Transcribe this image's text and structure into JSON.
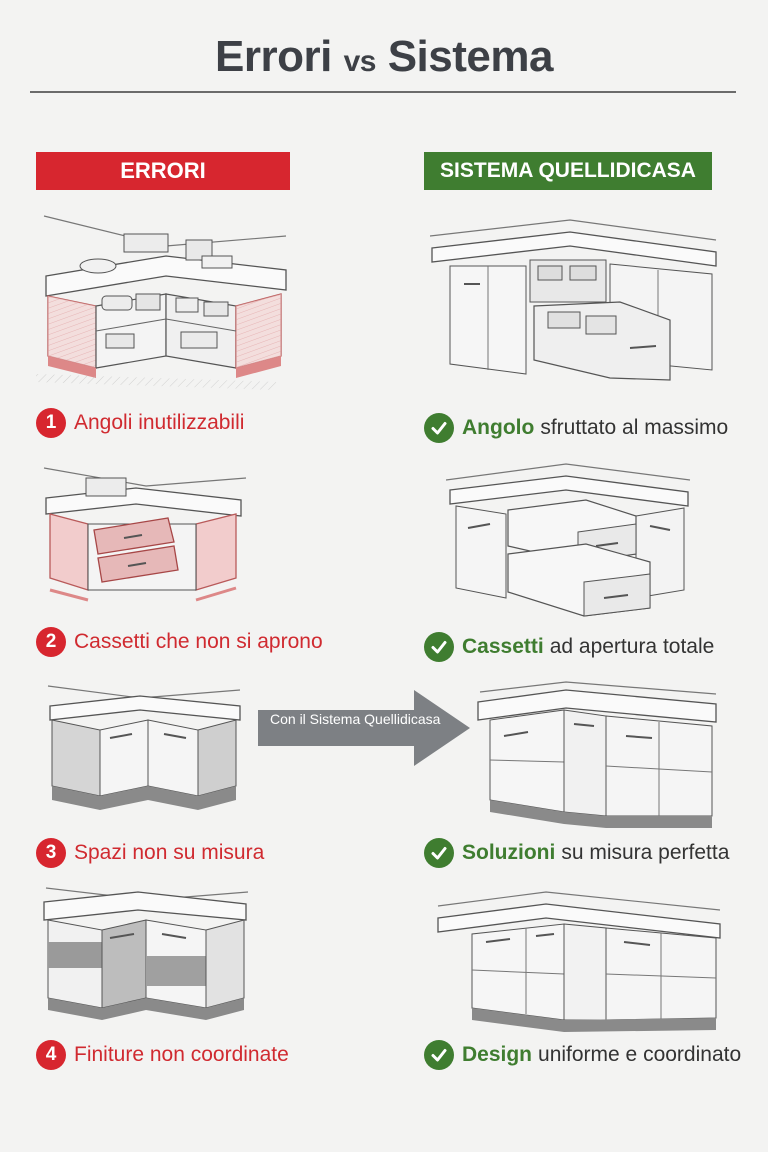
{
  "title": {
    "left": "Errori",
    "vs": "vs",
    "right": "Sistema"
  },
  "banners": {
    "errors": "ERRORI",
    "system": "SISTEMA QUELLIDICASA"
  },
  "arrow_label": "Con il Sistema Quellidicasa",
  "errors": [
    {
      "num": "1",
      "text": "Angoli inutilizzabili"
    },
    {
      "num": "2",
      "text": "Cassetti che non si aprono"
    },
    {
      "num": "3",
      "text": "Spazi non su misura"
    },
    {
      "num": "4",
      "text": "Finiture non coordinate"
    }
  ],
  "solutions": [
    {
      "strong": "Angolo",
      "rest": "sfruttato al massimo"
    },
    {
      "strong": "Cassetti",
      "rest": "ad apertura totale"
    },
    {
      "strong": "Soluzioni",
      "rest": "su misura perfetta"
    },
    {
      "strong": "Design",
      "rest": "uniforme e coordinato"
    }
  ],
  "colors": {
    "error": "#d7262f",
    "success": "#3f7d30",
    "arrow": "#7d8084"
  },
  "icons": {
    "error_marker": "number-circle",
    "success_marker": "check-circle-icon"
  }
}
